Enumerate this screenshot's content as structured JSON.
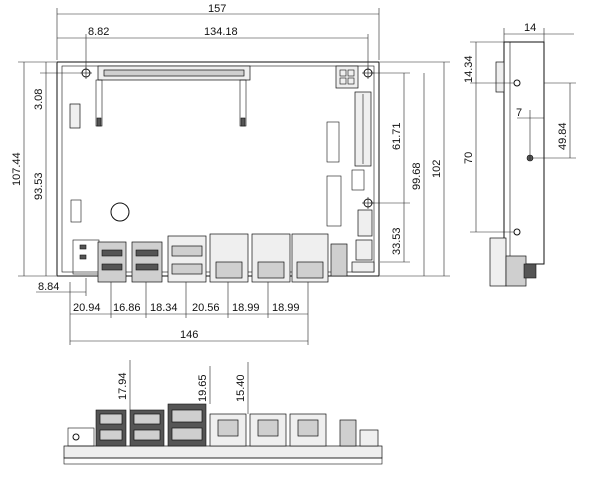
{
  "dimensions": {
    "overall_width": "157",
    "inner_width": "134.18",
    "left_offset": "8.82",
    "side_thickness": "14",
    "side_top": "14.34",
    "side_hole_x": "7",
    "side_hole_y": "49.84",
    "side_height": "70",
    "left_top": "3.08",
    "height_overall_left": "107.44",
    "height_hole_left": "93.53",
    "right_height_a": "61.71",
    "right_height_b": "99.68",
    "right_height_c": "102",
    "right_height_d": "33.53",
    "bottom_left": "8.84",
    "conn_1": "20.94",
    "conn_2": "16.86",
    "conn_3": "18.34",
    "conn_4": "20.56",
    "conn_5": "18.99",
    "conn_6": "18.99",
    "bottom_total": "146",
    "front_h1": "17.94",
    "front_h2": "19.65",
    "front_h3": "15.40"
  }
}
